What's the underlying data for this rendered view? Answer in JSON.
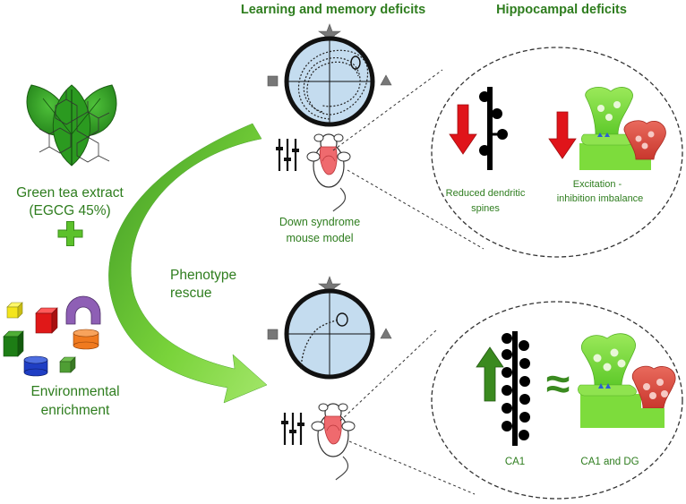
{
  "headers": {
    "learning": "Learning and memory deficits",
    "hippocampal": "Hippocampal deficits"
  },
  "left": {
    "tea_line1": "Green tea extract",
    "tea_line2": "(EGCG 45%)",
    "env_line1": "Environmental",
    "env_line2": "enrichment"
  },
  "arrow_label": {
    "line1": "Phenotype",
    "line2": "rescue"
  },
  "mouse_label": {
    "line1": "Down syndrome",
    "line2": "mouse model"
  },
  "top_circle": {
    "spines_line1": "Reduced dendritic",
    "spines_line2": "spines",
    "ei_line1": "Excitation -",
    "ei_line2": "inhibition imbalance"
  },
  "bottom_circle": {
    "approx": "≈",
    "ca1": "CA1",
    "ca1_dg": "CA1 and DG"
  },
  "colors": {
    "header_green": "#2e7d1e",
    "label_green": "#3f8f2a",
    "arrow_green": "#6fcf2f",
    "synapse_green": "#7ddc3c",
    "synapse_red": "#d84a3e",
    "deficit_red": "#e0141a",
    "maze_blue": "#c4dcef"
  },
  "icons": [
    "star-icon",
    "square-icon",
    "triangle-icon",
    "plus-icon",
    "equalizer-icon",
    "mouse-icon",
    "leaf-icon",
    "molecule-icon",
    "toy-blocks-icon"
  ]
}
